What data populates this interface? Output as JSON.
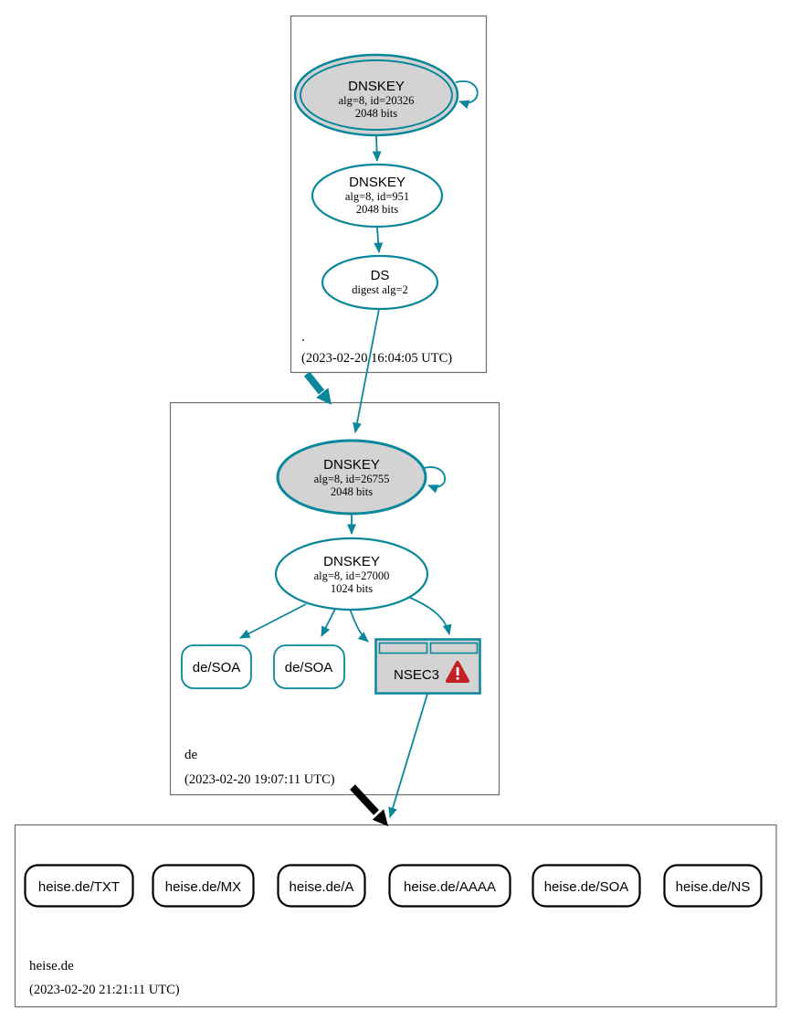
{
  "colors": {
    "accent_teal": "#0a879a",
    "node_fill_gray": "#d3d3d3",
    "warning_red": "#c42127",
    "node_border_black": "#000000",
    "zone_border_gray": "#6e6e6e"
  },
  "zones": {
    "root": {
      "label": ".",
      "timestamp": "(2023-02-20 16:04:05 UTC)",
      "ksk": {
        "title": "DNSKEY",
        "alg": "alg=8, id=20326",
        "bits": "2048 bits"
      },
      "zsk": {
        "title": "DNSKEY",
        "alg": "alg=8, id=951",
        "bits": "2048 bits"
      },
      "ds": {
        "title": "DS",
        "detail": "digest alg=2"
      }
    },
    "de": {
      "label": "de",
      "timestamp": "(2023-02-20 19:07:11 UTC)",
      "ksk": {
        "title": "DNSKEY",
        "alg": "alg=8, id=26755",
        "bits": "2048 bits"
      },
      "zsk": {
        "title": "DNSKEY",
        "alg": "alg=8, id=27000",
        "bits": "1024 bits"
      },
      "soa1": "de/SOA",
      "soa2": "de/SOA",
      "nsec3": "NSEC3"
    },
    "heise": {
      "label": "heise.de",
      "timestamp": "(2023-02-20 21:21:11 UTC)",
      "rrsets": [
        "heise.de/TXT",
        "heise.de/MX",
        "heise.de/A",
        "heise.de/AAAA",
        "heise.de/SOA",
        "heise.de/NS"
      ]
    }
  }
}
